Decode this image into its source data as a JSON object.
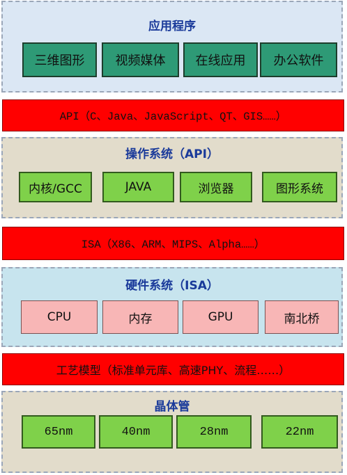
{
  "applications": {
    "title": "应用程序",
    "items": [
      "三维图形",
      "视频媒体",
      "在线应用",
      "办公软件"
    ]
  },
  "api_bar": "API（C、Java、JavaScript、QT、GIS……）",
  "os": {
    "title": "操作系统（API）",
    "items": [
      "内核/GCC",
      "JAVA",
      "浏览器",
      "图形系统"
    ]
  },
  "isa_bar": "ISA（X86、ARM、MIPS、Alpha……）",
  "hardware": {
    "title": "硬件系统（ISA）",
    "items": [
      "CPU",
      "内存",
      "GPU",
      "南北桥"
    ]
  },
  "process_bar": "工艺模型（标准单元库、高速PHY、流程……）",
  "transistor": {
    "title": "晶体管",
    "items": [
      "65nm",
      "40nm",
      "28nm",
      "22nm"
    ]
  },
  "colors": {
    "red_bar": "#ff0000",
    "app_box": "#2e9a76",
    "green_box": "#7fd14a",
    "pink_box": "#f8b6b6",
    "title_blue": "#1a3a9a"
  }
}
